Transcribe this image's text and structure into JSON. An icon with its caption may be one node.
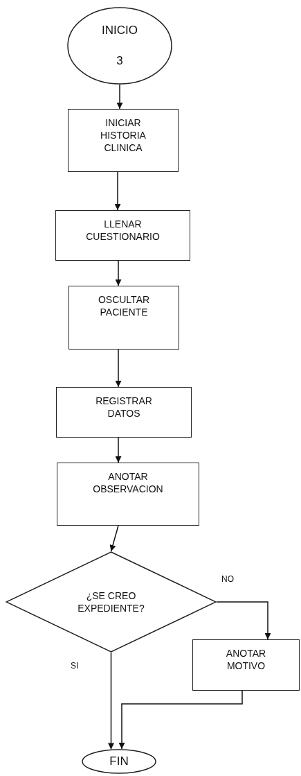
{
  "diagram": {
    "nodes": [
      {
        "text": [
          "INICIO",
          "3"
        ]
      },
      {
        "text": [
          "INICIAR HISTORIA CLINICA"
        ]
      },
      {
        "text": [
          "LLENAR CUESTIONARIO"
        ]
      },
      {
        "text": [
          "OSCULTAR PACIENTE"
        ]
      },
      {
        "text": [
          "REGISTRAR DATOS"
        ]
      },
      {
        "text": [
          "ANOTAR OBSERVACION"
        ]
      },
      {
        "text": [
          "¿SE CREO EXPEDIENTE?"
        ]
      },
      {
        "text": [
          "ANOTAR MOTIVO"
        ]
      },
      {
        "text": [
          "FIN"
        ]
      }
    ],
    "edges": [
      {
        "from": 0,
        "to": 1,
        "arrow": "to"
      },
      {
        "from": 1,
        "to": 2,
        "arrow": "to"
      },
      {
        "from": 2,
        "to": 3,
        "arrow": "to"
      },
      {
        "from": 3,
        "to": 4,
        "arrow": "to"
      },
      {
        "from": 4,
        "to": 5,
        "arrow": "to"
      },
      {
        "from": 5,
        "to": 6,
        "arrow": "to"
      },
      {
        "from": 6,
        "to": 7,
        "label": "NO",
        "arrow": "to"
      },
      {
        "from": 6,
        "to": 8,
        "label": "SI",
        "arrow": "to"
      },
      {
        "from": 7,
        "to": 8,
        "arrow": "to"
      }
    ]
  }
}
